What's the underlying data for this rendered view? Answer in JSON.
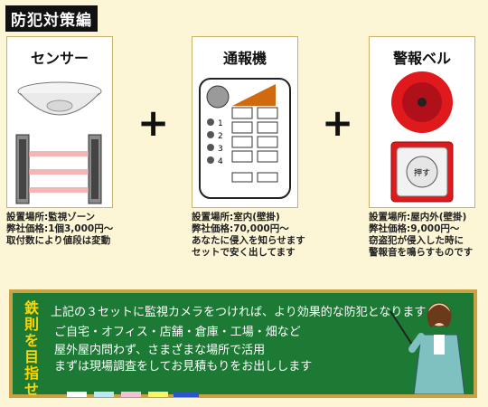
{
  "title": "防犯対策編",
  "panels": [
    {
      "name": "センサー",
      "desc": [
        "設置場所:監視ゾーン",
        "弊社価格:1個3,000円〜",
        "取付数により値段は変動"
      ]
    },
    {
      "name": "通報機",
      "desc": [
        "設置場所:室内(壁掛)",
        "弊社価格:70,000円〜",
        "あなたに侵入を知らせます",
        "セットで安く出してます"
      ]
    },
    {
      "name": "警報ベル",
      "desc": [
        "設置場所:屋内外(壁掛)",
        "弊社価格:9,000円〜",
        "窃盗犯が侵入した時に",
        "警報音を鳴らすものです"
      ]
    }
  ],
  "plus": "+",
  "phone_keys": [
    "1",
    "2",
    "3",
    "4"
  ],
  "bell_button": "押す",
  "board": {
    "tag": [
      "鉄",
      "則",
      "を",
      "目",
      "指",
      "せ"
    ],
    "lead": "上記の３セットに監視カメラをつければ、より効果的な防犯となります",
    "lines": [
      "ご自宅・オフィス・店舗・倉庫・工場・畑など",
      "屋外屋内問わず、さまざまな場所で活用",
      "まずは現場調査をしてお見積もりをお出しします"
    ]
  },
  "colors": {
    "board": "#1c7a35",
    "frame": "#c8a245",
    "tag": "#ffd400",
    "bell": "#e0191c",
    "accent": "#d06a10"
  }
}
